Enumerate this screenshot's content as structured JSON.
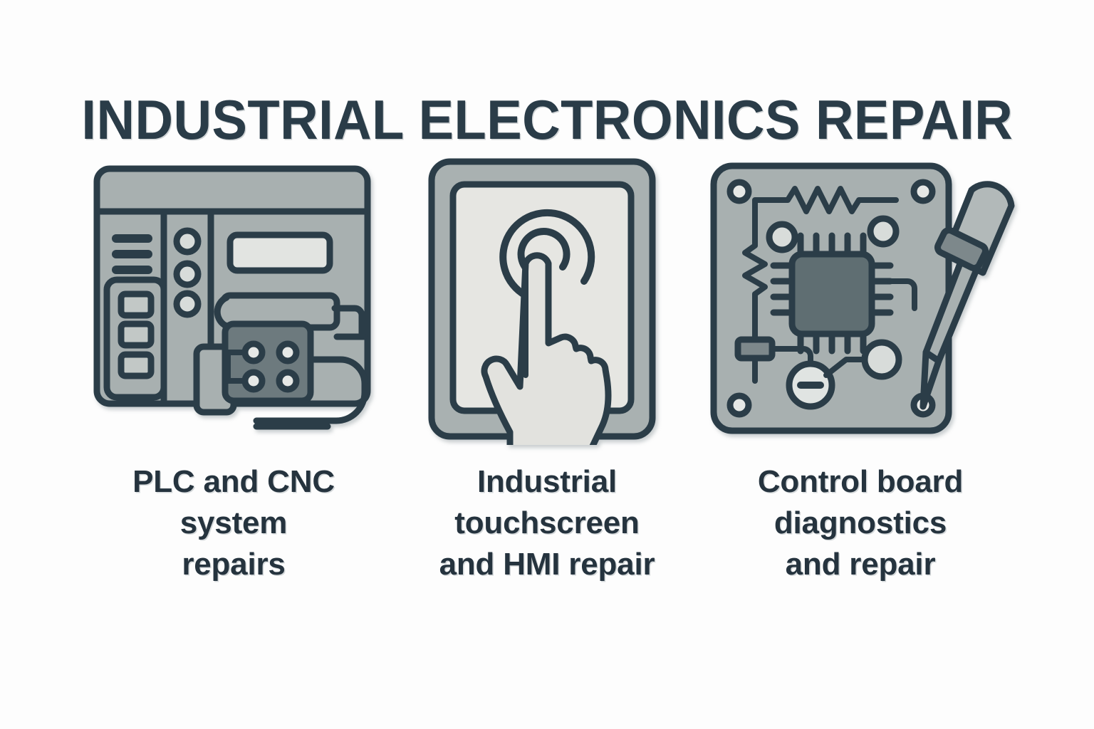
{
  "page": {
    "background_color": "#fdfdfd",
    "title": "INDUSTRIAL ELECTRONICS REPAIR",
    "title_color": "#2a3c48"
  },
  "palette": {
    "stroke": "#2b3d48",
    "body_fill": "#a8b0b0",
    "body_fill_light": "#b2b9b9",
    "panel_fill": "#9fa8a8",
    "screen_fill": "#e6e6e2",
    "chip_fill": "#5f6e72",
    "connector_fill": "#6d7a7e",
    "pad_fill": "#d8dcda",
    "hand_fill": "#e2e2de",
    "caption_color": "#25333e"
  },
  "cards": [
    {
      "id": "plc-cnc",
      "icon_name": "plc-cabinet-icon",
      "caption_lines": [
        "PLC and CNC",
        "system",
        "repairs"
      ],
      "caption_text": "PLC and CNC system repairs",
      "parts": [
        "cabinet",
        "top-strip",
        "vent-lines",
        "indicator-lights",
        "display-window",
        "io-module",
        "connector-block",
        "cable"
      ]
    },
    {
      "id": "hmi-touchscreen",
      "icon_name": "touchscreen-hand-icon",
      "caption_lines": [
        "Industrial",
        "touchscreen",
        "and HMI repair"
      ],
      "caption_text": "Industrial touchscreen and HMI repair",
      "parts": [
        "bezel",
        "screen",
        "tap-ripple",
        "pointing-hand"
      ]
    },
    {
      "id": "control-board",
      "icon_name": "circuit-board-screwdriver-icon",
      "caption_lines": [
        "Control board",
        "diagnostics",
        "and repair"
      ],
      "caption_text": "Control board diagnostics and repair",
      "parts": [
        "board",
        "screw-holes",
        "resistor-top",
        "resistor-left",
        "chip",
        "pads",
        "capacitor",
        "ground-node",
        "screwdriver"
      ]
    }
  ]
}
